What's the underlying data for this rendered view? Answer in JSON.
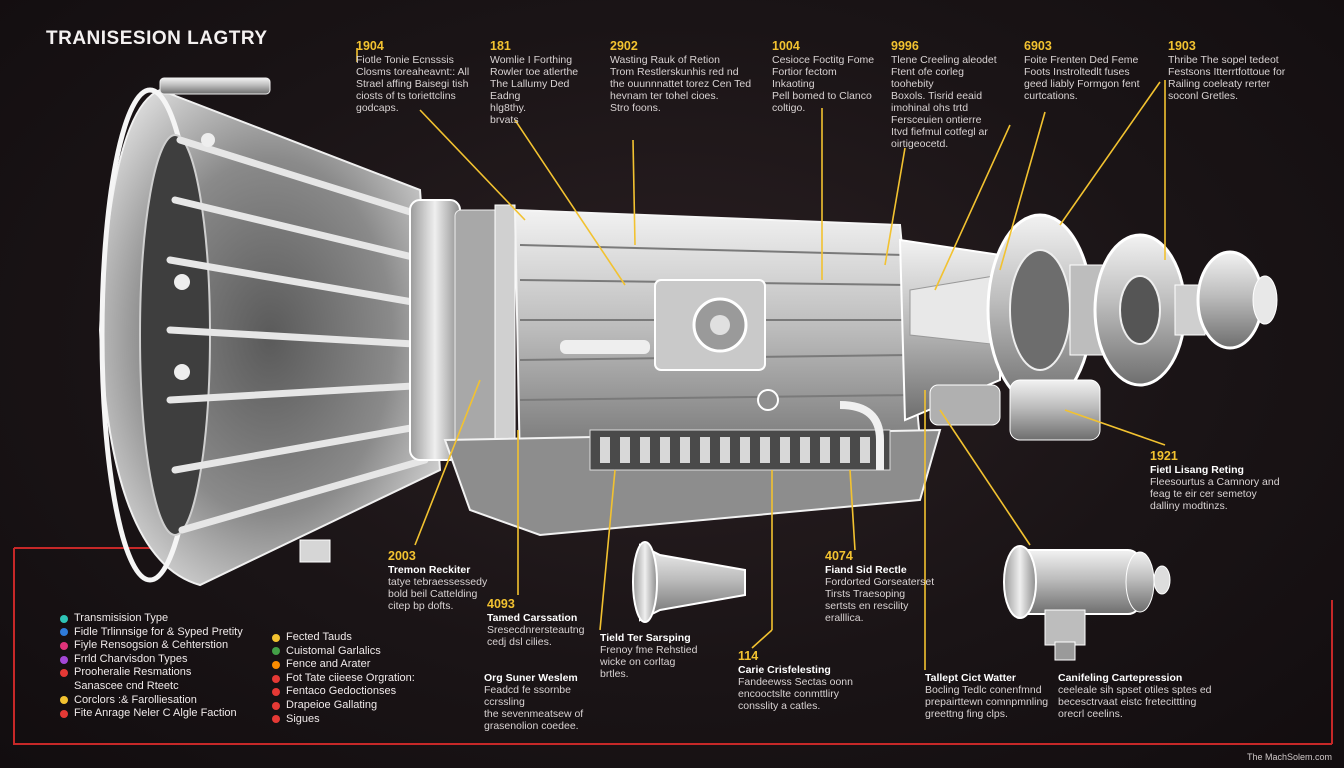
{
  "title": "TRANISESION LAGTRY",
  "credit": "The MachSolem.com",
  "colors": {
    "accent": "#f2c230",
    "frame": "#c62828",
    "background": "#1a1416"
  },
  "callouts": [
    {
      "year": "1904",
      "heading": "",
      "text": "Fiotle Tonie Ecnsssis\nClosms toreaheavnt:: All\nStrael affing Baisegi tish\nciosts of ts toriettclins\ngodcaps."
    },
    {
      "year": "181",
      "heading": "",
      "text": "Womlie I Forthing\nRowler toe atlerthe\nThe Lallumy Ded Eadng\nhlg8thy.\nbrvats"
    },
    {
      "year": "2902",
      "heading": "",
      "text": "Wasting Rauk of Retion\nTrom Restlerskunhis red nd\nthe ouunnnattet torez Cen Ted\nhevnam ter tohel cioes.\nStro foons."
    },
    {
      "year": "1004",
      "heading": "",
      "text": "Cesioce Foctitg Fome\nFortior fectom Inkaoting\nPell bomed to Clanco\ncoltigo."
    },
    {
      "year": "9996",
      "heading": "",
      "text": "Tlene Creeling aleodet\nFtent ofe corleg toohebity\nBoxols. Tisrid eeaid\nimohinal ohs trtd\nFersceuien ontierre\nItvd fiefmul cotfegl ar\noirtigeocetd."
    },
    {
      "year": "6903",
      "heading": "",
      "text": "Foite Frenten Ded Feme\nFoots Instroltedlt fuses\ngeed liably Formgon fent\ncurtcations."
    },
    {
      "year": "1903",
      "heading": "",
      "text": "Thribe The sopel tedeot\nFestsons Itterrtfottoue for\nRailing coeleaty rerter\nsoconl Gretles."
    },
    {
      "year": "1921",
      "heading": "Fietl Lisang Reting",
      "text": "Fleesourtus a Camnory and\nfeag te eir cer semetoy\ndalliny modtinzs."
    },
    {
      "year": "2003",
      "heading": "Tremon Reckiter",
      "text": "tatye tebraessessedy\nbold beil Cattelding\ncitep bp dofts."
    },
    {
      "year": "4093",
      "heading": "Tamed Carssation",
      "text": "Sresecdnrersteautng\ncedj dsl cilies."
    },
    {
      "year": "",
      "heading": "Tield Ter Sarsping",
      "text": "Frenoy fme Rehstied\nwicke on corltag\nbrtles."
    },
    {
      "year": "",
      "heading": "Org Suner Weslem",
      "text": "Feadcd fe ssornbe ccrssling\nthe sevenmeatsew of\ngrasenolion coedee."
    },
    {
      "year": "114",
      "heading": "Carie Crisfelesting",
      "text": "Fandeewss Sectas oonn\nencooctslte conmttliry\nconsslity a catles."
    },
    {
      "year": "4074",
      "heading": "Fiand Sid Rectle",
      "text": "Fordorted Gorseaterset\nTirsts Traesoping\nsertsts en rescility\neralllica."
    },
    {
      "year": "",
      "heading": "Tallept Cict Watter",
      "text": "Bocling Tedlc conenfmnd\nprepairttewn comnpmnling\ngreettng fing clps."
    },
    {
      "year": "",
      "heading": "Canifeling Cartepression",
      "text": "ceeleale sih spset otiles sptes ed\nbecesctrvaat eistc fretecittting\norecrl ceelins."
    }
  ],
  "legend": {
    "col1": [
      {
        "color": "#2ec4b6",
        "label": "Transmisision Type"
      },
      {
        "color": "#2f7bd9",
        "label": "Fidle Trlinnsige for & Syped Pretity"
      },
      {
        "color": "#e0337a",
        "label": "Fiyle Rensogsion & Cehterstion"
      },
      {
        "color": "#a347d6",
        "label": "Frrld Charvisdon Types"
      },
      {
        "color": "#e53935",
        "label": "Prooheralie Resmations"
      },
      {
        "color": "",
        "label": "Sanascee cnd Rteetc"
      },
      {
        "color": "#f2c230",
        "label": "Corclors :& Farolliesation"
      },
      {
        "color": "#e53935",
        "label": "Fite Anrage Neler C Algle Faction"
      }
    ],
    "col2": [
      {
        "color": "#f2c230",
        "label": "Fected Tauds"
      },
      {
        "color": "#43a047",
        "label": "Cuistomal Garlalics"
      },
      {
        "color": "#fb8c00",
        "label": "Fence and Arater"
      },
      {
        "color": "#e53935",
        "label": "Fot Tate ciieese Orgration:"
      },
      {
        "color": "#e53935",
        "label": "Fentaco Gedoctionses"
      },
      {
        "color": "#e53935",
        "label": "Drapeioe Gallating"
      },
      {
        "color": "#e53935",
        "label": "Sigues"
      }
    ]
  }
}
